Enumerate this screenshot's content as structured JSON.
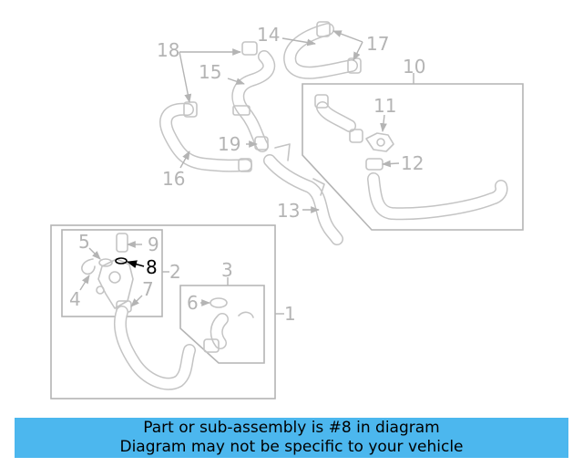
{
  "callouts": {
    "c1": "1",
    "c2": "2",
    "c3": "3",
    "c4": "4",
    "c5": "5",
    "c6": "6",
    "c7": "7",
    "c8": "8",
    "c9": "9",
    "c10": "10",
    "c11": "11",
    "c12": "12",
    "c13": "13",
    "c14": "14",
    "c15": "15",
    "c16": "16",
    "c17": "17",
    "c18": "18",
    "c19": "19"
  },
  "highlighted_part": "8",
  "colors": {
    "banner": "#4cb7ee",
    "callout": "#b4b4b4",
    "highlight": "#000000"
  },
  "banner": {
    "line1": "Part or sub-assembly is #8 in diagram",
    "line2": "Diagram may not be specific to your vehicle"
  }
}
